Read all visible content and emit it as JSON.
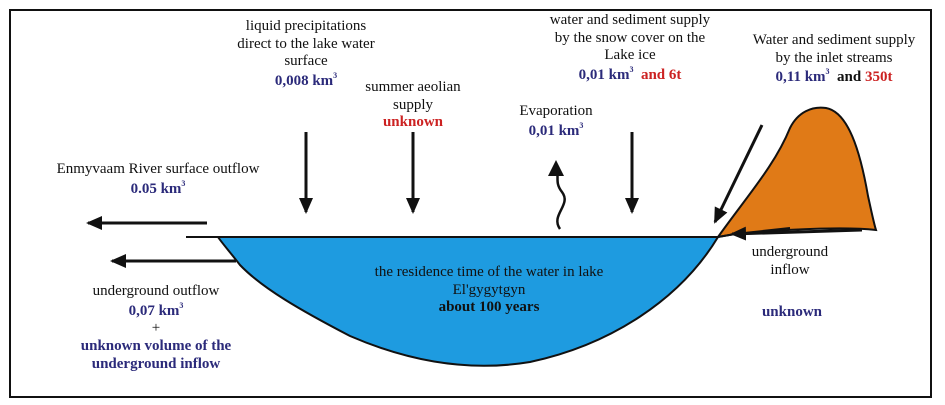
{
  "colors": {
    "lake_fill": "#1e9be0",
    "hill_fill": "#e07a17",
    "value_blue": "#2b2a7a",
    "value_red": "#cc2222",
    "ink": "#111111"
  },
  "labels": {
    "precip": {
      "text": [
        "liquid precipitations",
        "direct to the lake water",
        "surface"
      ],
      "value": "0,008 km",
      "unit_sup": "3"
    },
    "aeolian": {
      "text": [
        "summer aeolian",
        "supply"
      ],
      "value": "unknown"
    },
    "evaporation": {
      "text": "Evaporation",
      "value": "0,01 km",
      "unit_sup": "3"
    },
    "snow": {
      "text": [
        "water and sediment supply",
        "by the snow cover on the",
        "Lake ice"
      ],
      "value": "0,01 km",
      "unit_sup": "3",
      "and_value": "and 6t"
    },
    "streams": {
      "text": [
        "Water and sediment supply",
        "by the inlet streams"
      ],
      "value": "0,11 km",
      "unit_sup": "3",
      "and": "and",
      "mass": "350t"
    },
    "river": {
      "text": "Enmyvaam River surface outflow",
      "value": "0.05 km",
      "unit_sup": "3"
    },
    "underground_outflow": {
      "text": "underground outflow",
      "value": "0,07 km",
      "unit_sup": "3",
      "plus": "+",
      "extra": [
        "unknown volume of the",
        "underground inflow"
      ]
    },
    "residence": {
      "text": [
        "the residence time of the water in lake",
        "El'gygytgyn"
      ],
      "value": "about 100 years"
    },
    "underground_inflow": {
      "text": [
        "underground",
        "inflow"
      ],
      "value": "unknown"
    }
  }
}
